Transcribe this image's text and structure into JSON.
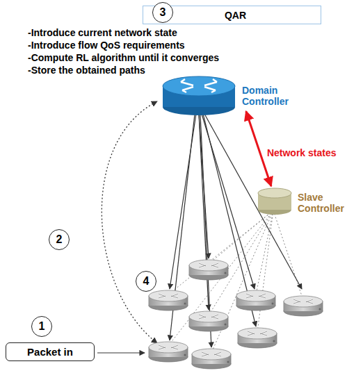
{
  "diagram": {
    "nodes": [
      {
        "text": [
          "QAR"
        ]
      },
      {
        "text": [
          "Domain Controller"
        ]
      },
      {
        "text": [
          "Slave Controller"
        ]
      },
      {
        "text": [
          "Packet in"
        ]
      }
    ],
    "edges": [
      {
        "from": 1,
        "to": 2,
        "arrow": "both",
        "label": "Network states"
      }
    ],
    "labels": [
      "3",
      "-Introduce current network state",
      "-Introduce flow QoS requirements",
      "-Compute RL algorithm until it converges",
      "-Store the obtained paths",
      "2",
      "4",
      "1"
    ]
  }
}
